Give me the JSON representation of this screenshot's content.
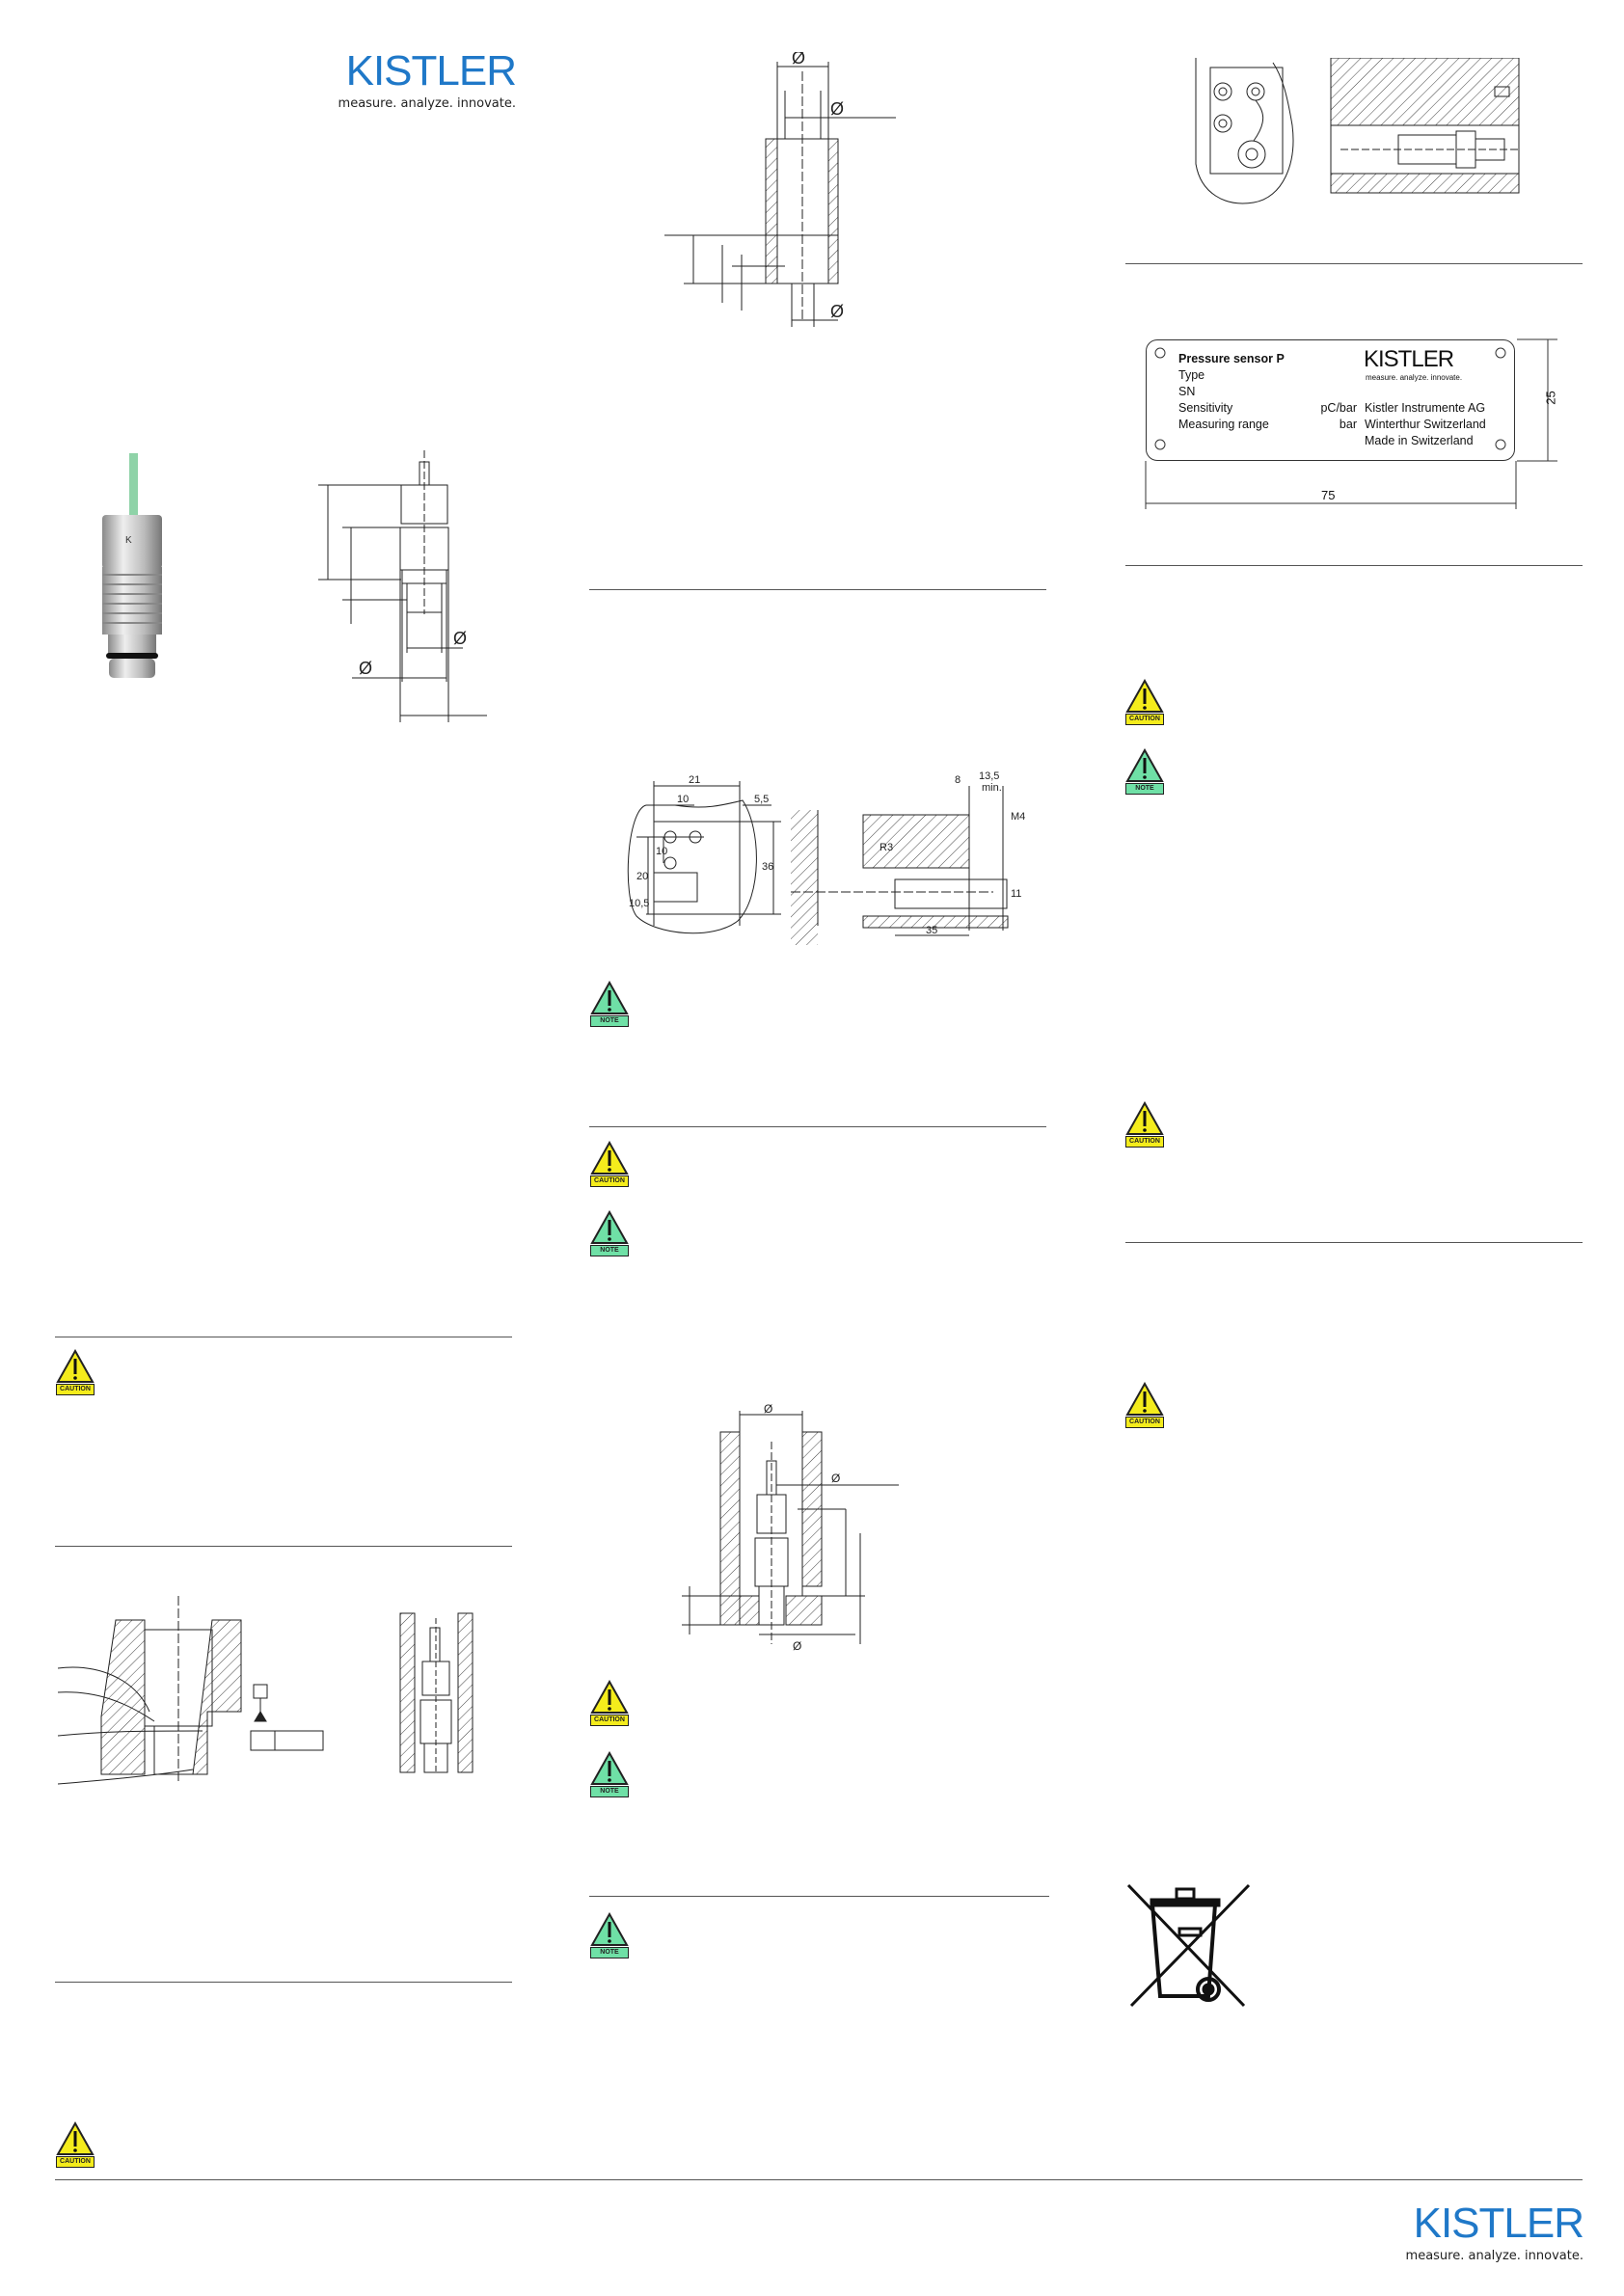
{
  "logo": {
    "name": "KISTLER",
    "tagline": "measure. analyze. innovate.",
    "color": "#1f78c8"
  },
  "warning_labels": {
    "caution": "CAUTION",
    "note": "NOTE"
  },
  "colors": {
    "caution": "#f4ec1c",
    "note": "#6fe0a6"
  },
  "symbols": {
    "diameter": "Ø"
  },
  "mounting_drawing": {
    "dims": [
      "21",
      "10",
      "5,5",
      "20",
      "10",
      "10,5",
      "36",
      "R3",
      "8",
      "13,5",
      "min.",
      "M4",
      "11",
      "35"
    ]
  },
  "label_plate": {
    "title": "Pressure sensor P",
    "rows": [
      "Type",
      "SN",
      "Sensitivity",
      "Measuring range"
    ],
    "units": [
      "pC/bar",
      "bar"
    ],
    "logo": "KISTLER",
    "tagline": "measure. analyze. innovate.",
    "company": [
      "Kistler Instrumente AG",
      "Winterthur Switzerland",
      "Made in Switzerland"
    ],
    "height_dim": "25",
    "width_dim": "75"
  }
}
